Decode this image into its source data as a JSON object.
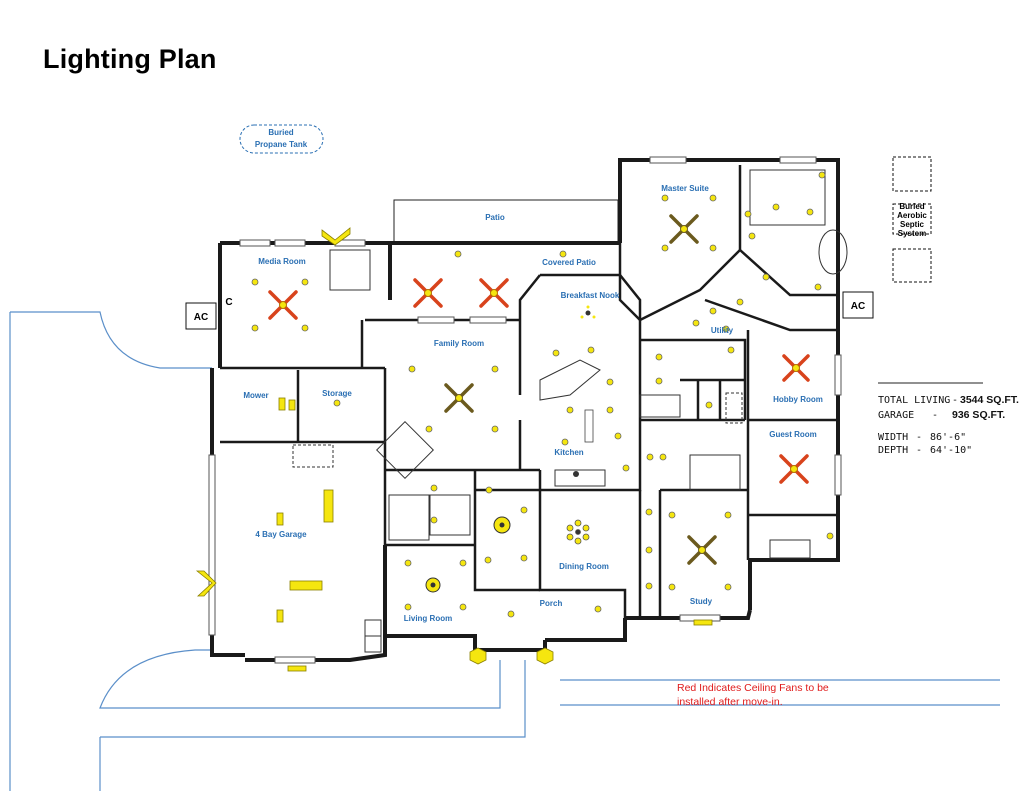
{
  "title": "Lighting Plan",
  "labels": {
    "propane_line1": "Buried",
    "propane_line2": "Propane Tank",
    "patio": "Patio",
    "covered_patio": "Covered Patio",
    "master_suite": "Master Suite",
    "media_room": "Media Room",
    "breakfast_nook": "Breakfast Nook",
    "family_room": "Family Room",
    "utility": "Utility",
    "mower": "Mower",
    "storage": "Storage",
    "hobby_room": "Hobby Room",
    "guest_room": "Guest Room",
    "kitchen": "Kitchen",
    "four_bay_garage": "4 Bay Garage",
    "dining_room": "Dining Room",
    "living_room": "Living Room",
    "porch": "Porch",
    "study": "Study",
    "ac_left": "AC",
    "ac_right": "AC",
    "c_mark": "C",
    "septic_line1": "Buried",
    "septic_line2": "Aerobic",
    "septic_line3": "Septic",
    "septic_line4": "System"
  },
  "stats": {
    "total_living_label": "TOTAL LIVING",
    "total_living_value": "3544 SQ.FT.",
    "garage_label": "GARAGE",
    "garage_value": "936 SQ.FT.",
    "width_label": "WIDTH",
    "width_value": "86'-6\"",
    "depth_label": "DEPTH",
    "depth_value": "64'-10\""
  },
  "note": {
    "line1": "Red Indicates Ceiling Fans to be",
    "line2": "installed after move-in."
  },
  "colors": {
    "wall": "#1a1a1a",
    "room_label": "#2a6fb3",
    "light_fixture": "#f5e60f",
    "fan_future": "#d8431c",
    "fan_existing": "#6b5a1e",
    "note": "#e01b1b",
    "driveway": "#5b8fc9"
  }
}
